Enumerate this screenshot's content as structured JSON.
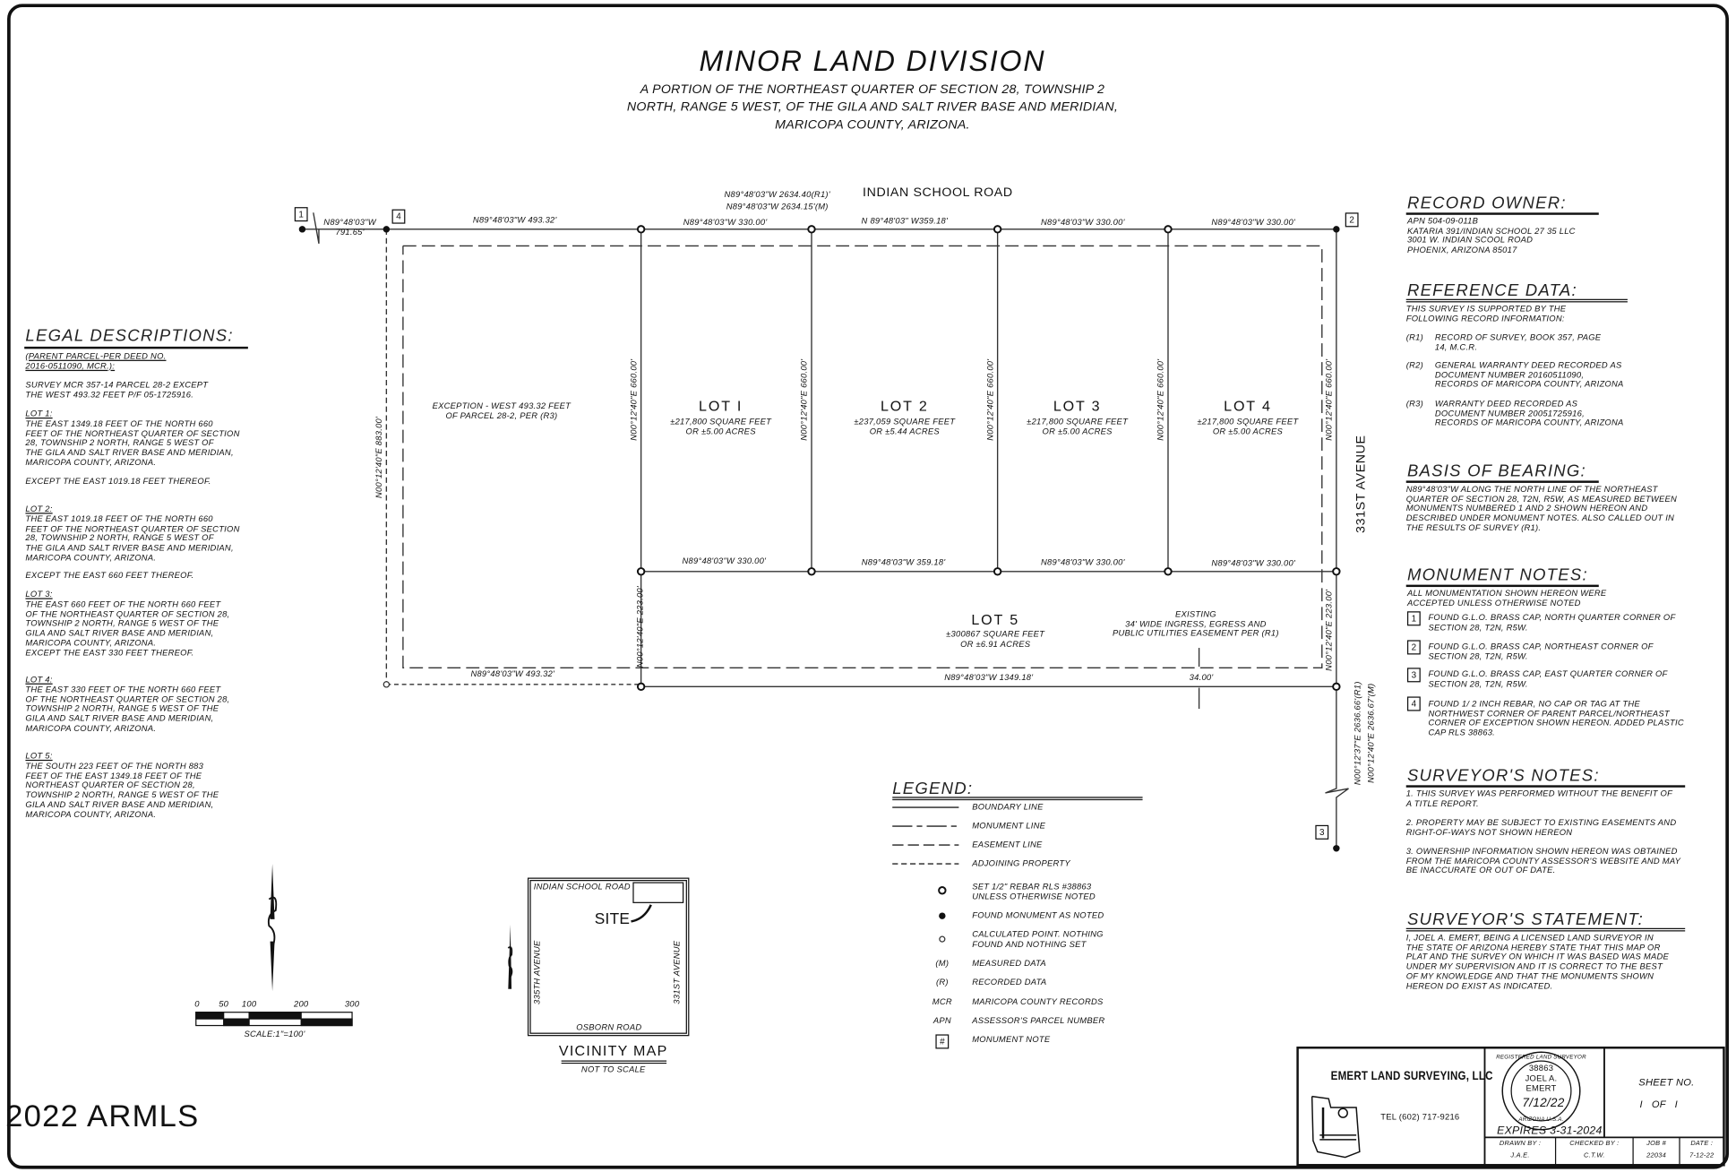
{
  "title": {
    "main": "MINOR LAND DIVISION",
    "sub": "A PORTION OF THE NORTHEAST QUARTER OF SECTION 28, TOWNSHIP 2\nNORTH, RANGE 5 WEST, OF THE GILA AND SALT RIVER BASE AND MERIDIAN,\nMARICOPA COUNTY, ARIZONA."
  },
  "watermark": "2022 ARMLS",
  "legal": {
    "heading": "LEGAL DESCRIPTIONS:",
    "parent_head": "(PARENT PARCEL-PER DEED NO.\n2016-0511090, MCR.):",
    "parent_text": "SURVEY MCR 357-14 PARCEL 28-2 EXCEPT\nTHE WEST 493.32 FEET P/F 05-1725916.",
    "lots": [
      {
        "head": "LOT 1:",
        "text": "THE EAST 1349.18 FEET OF THE NORTH 660\nFEET OF THE NORTHEAST QUARTER OF SECTION\n28, TOWNSHIP 2 NORTH, RANGE 5 WEST OF\nTHE GILA AND SALT RIVER BASE AND MERIDIAN,\nMARICOPA COUNTY, ARIZONA.",
        "except": "EXCEPT THE EAST 1019.18 FEET THEREOF."
      },
      {
        "head": "LOT 2:",
        "text": "THE EAST 1019.18 FEET OF THE NORTH 660\nFEET OF THE NORTHEAST QUARTER OF SECTION\n28, TOWNSHIP 2 NORTH, RANGE 5 WEST OF\nTHE GILA AND SALT RIVER BASE AND MERIDIAN,\nMARICOPA COUNTY, ARIZONA.",
        "except": "EXCEPT THE EAST 660 FEET THEREOF."
      },
      {
        "head": "LOT 3:",
        "text": "THE EAST 660 FEET OF THE NORTH 660 FEET\nOF THE NORTHEAST QUARTER OF SECTION 28,\nTOWNSHIP 2 NORTH, RANGE 5 WEST OF THE\nGILA AND SALT RIVER BASE AND MERIDIAN,\nMARICOPA COUNTY, ARIZONA.\nEXCEPT THE EAST 330 FEET THEREOF."
      },
      {
        "head": "LOT 4:",
        "text": "THE EAST 330 FEET OF THE NORTH 660 FEET\nOF THE NORTHEAST QUARTER OF SECTION 28,\nTOWNSHIP 2 NORTH, RANGE 5 WEST OF THE\nGILA AND SALT RIVER BASE AND MERIDIAN,\nMARICOPA COUNTY, ARIZONA."
      },
      {
        "head": "LOT 5:",
        "text": "THE SOUTH 223 FEET OF THE NORTH 883\nFEET OF THE EAST 1349.18 FEET OF THE\nNORTHEAST QUARTER OF SECTION 28,\nTOWNSHIP 2 NORTH, RANGE 5 WEST OF THE\nGILA AND SALT RIVER BASE AND MERIDIAN,\nMARICOPA COUNTY, ARIZONA."
      }
    ]
  },
  "owner": {
    "heading": "RECORD OWNER:",
    "text": "APN 504-09-011B\nKATARIA 391/INDIAN SCHOOL 27 35 LLC\n3001 W. INDIAN SCOOL ROAD\nPHOENIX, ARIZONA 85017"
  },
  "reference": {
    "heading": "REFERENCE DATA:",
    "intro": "THIS SURVEY IS SUPPORTED BY THE\nFOLLOWING RECORD INFORMATION:",
    "items": [
      {
        "tag": "(R1)",
        "text": "RECORD OF SURVEY, BOOK 357, PAGE\n14, M.C.R."
      },
      {
        "tag": "(R2)",
        "text": "GENERAL WARRANTY DEED RECORDED AS\nDOCUMENT NUMBER 20160511090,\nRECORDS OF MARICOPA COUNTY, ARIZONA"
      },
      {
        "tag": "(R3)",
        "text": "WARRANTY DEED RECORDED AS\nDOCUMENT NUMBER 20051725916,\nRECORDS OF MARICOPA COUNTY, ARIZONA"
      }
    ]
  },
  "bearing": {
    "heading": "BASIS OF BEARING:",
    "text": "N89°48'03\"W ALONG THE NORTH LINE OF THE NORTHEAST\nQUARTER OF SECTION 28, T2N, R5W, AS MEASURED BETWEEN\nMONUMENTS NUMBERED 1 AND 2 SHOWN HEREON AND\nDESCRIBED UNDER MONUMENT NOTES. ALSO CALLED OUT IN\nTHE RESULTS OF SURVEY (R1)."
  },
  "monuments": {
    "heading": "MONUMENT NOTES:",
    "intro": "ALL MONUMENTATION SHOWN HEREON WERE\nACCEPTED UNLESS OTHERWISE NOTED",
    "items": [
      {
        "num": "1",
        "text": "FOUND G.L.O. BRASS CAP, NORTH QUARTER CORNER OF\nSECTION 28, T2N, R5W."
      },
      {
        "num": "2",
        "text": "FOUND G.L.O. BRASS CAP, NORTHEAST CORNER OF\nSECTION 28, T2N, R5W."
      },
      {
        "num": "3",
        "text": "FOUND G.L.O. BRASS CAP, EAST QUARTER CORNER OF\nSECTION 28, T2N, R5W."
      },
      {
        "num": "4",
        "text": "FOUND 1/ 2 INCH REBAR, NO CAP OR TAG AT THE\nNORTHWEST CORNER OF PARENT PARCEL/NORTHEAST\nCORNER OF EXCEPTION SHOWN HEREON. ADDED PLASTIC\nCAP RLS 38863."
      }
    ]
  },
  "notes": {
    "heading": "SURVEYOR'S NOTES:",
    "items": [
      "1. THIS SURVEY WAS PERFORMED WITHOUT THE BENEFIT OF\nA TITLE REPORT.",
      "2. PROPERTY MAY BE SUBJECT TO EXISTING EASEMENTS AND\nRIGHT-OF-WAYS NOT SHOWN HEREON",
      "3. OWNERSHIP INFORMATION SHOWN HEREON WAS OBTAINED\nFROM THE MARICOPA COUNTY ASSESSOR'S WEBSITE AND MAY\nBE INACCURATE OR OUT OF DATE."
    ]
  },
  "statement": {
    "heading": "SURVEYOR'S STATEMENT:",
    "text": "I, JOEL A. EMERT, BEING A LICENSED LAND SURVEYOR IN\nTHE STATE OF ARIZONA HEREBY STATE THAT THIS MAP OR\nPLAT AND THE SURVEY ON WHICH IT WAS BASED WAS MADE\nUNDER MY SUPERVISION AND IT IS CORRECT TO THE BEST\nOF MY KNOWLEDGE AND THAT THE MONUMENTS SHOWN\nHEREON DO EXIST AS INDICATED."
  },
  "legend": {
    "heading": "LEGEND:",
    "items": [
      "BOUNDARY LINE",
      "MONUMENT LINE",
      "EASEMENT LINE",
      "ADJOINING PROPERTY",
      "SET 1/2\" REBAR RLS #38863\nUNLESS OTHERWISE NOTED",
      "FOUND MONUMENT AS NOTED",
      "CALCULATED POINT. NOTHING\nFOUND AND NOTHING SET",
      "MEASURED DATA",
      "RECORDED DATA",
      "MARICOPA COUNTY RECORDS",
      "ASSESSOR'S PARCEL NUMBER",
      "MONUMENT NOTE"
    ],
    "symbols": {
      "m": "(M)",
      "r": "(R)",
      "mcr": "MCR",
      "apn": "APN",
      "note": "#"
    }
  },
  "plat": {
    "road_north": "INDIAN SCHOOL ROAD",
    "road_east": "331ST AVENUE",
    "top_record": "N89°48'03\"W 2634.40(R1)'",
    "top_measured": "N89°48'03\"W 2634.15'(M)",
    "mon1_label": "N89°48'03\"W\n791.65'",
    "top": [
      "N89°48'03\"W 493.32'",
      "N89°48'03\"W 330.00'",
      "N 89°48'03\" W359.18'",
      "N89°48'03\"W 330.00'",
      "N89°48'03\"W 330.00'"
    ],
    "middle": [
      "N89°48'03\"W 330.00'",
      "N89°48'03\"W 359.18'",
      "N89°48'03\"W 330.00'",
      "N89°48'03\"W 330.00'"
    ],
    "bottom": [
      "N89°48'03\"W 493.32'",
      "N89°48'03\"W 1349.18'",
      "34.00'"
    ],
    "verticals": {
      "lot_line": "N00°12'40\"E 660.00'",
      "west": "N00°12'40\"E 883.00'",
      "lot5_west": "N00°12'40\"E\n223.00'",
      "lot5_east": "N00°12'40\"E 223.00'",
      "east_record": "N00°12'37\"E 2636.66'(R1)",
      "east_measured": "N00°12'40\"E 2636.67'(M)"
    },
    "exception": "EXCEPTION - WEST 493.32 FEET\nOF PARCEL 28-2, PER (R3)",
    "easement": "EXISTING\n34' WIDE INGRESS, EGRESS AND\nPUBLIC UTILITIES EASEMENT PER (R1)",
    "monument_tags": [
      "1",
      "2",
      "3",
      "4"
    ],
    "lots": [
      {
        "name": "LOT I",
        "area": "±217,800 SQUARE FEET\nOR ±5.00 ACRES"
      },
      {
        "name": "LOT 2",
        "area": "±237,059 SQUARE FEET\nOR ±5.44 ACRES"
      },
      {
        "name": "LOT 3",
        "area": "±217,800 SQUARE FEET\nOR ±5.00 ACRES"
      },
      {
        "name": "LOT 4",
        "area": "±217,800 SQUARE FEET\nOR ±5.00 ACRES"
      },
      {
        "name": "LOT 5",
        "area": "±300867 SQUARE FEET\nOR ±6.91 ACRES"
      }
    ]
  },
  "scale": {
    "ticks": [
      "0",
      "50",
      "100",
      "200",
      "300"
    ],
    "label": "SCALE:1\"=100'"
  },
  "vicinity": {
    "north": "INDIAN SCHOOL ROAD",
    "south": "OSBORN ROAD",
    "west": "335TH AVENUE",
    "east": "331ST AVENUE",
    "site": "SITE",
    "title": "VICINITY MAP",
    "subtitle": "NOT TO SCALE"
  },
  "titleblock": {
    "company": "EMERT LAND SURVEYING, LLC",
    "tel": "TEL (602) 717-9216",
    "seal": {
      "ring": "REGISTERED LAND SURVEYOR",
      "number": "38863",
      "name": "JOEL A.\nEMERT",
      "date": "7/12/22",
      "state": "ARIZONA U.S.A."
    },
    "expires": "EXPIRES 3-31-2024",
    "sheet_label": "SHEET NO.",
    "sheet_value": "I   OF   I",
    "drawn_label": "DRAWN BY :",
    "drawn": "J.A.E.",
    "checked_label": "CHECKED BY :",
    "checked": "C.T.W.",
    "job_label": "JOB #",
    "job": "22034",
    "date_label": "DATE :",
    "date": "7-12-22"
  }
}
